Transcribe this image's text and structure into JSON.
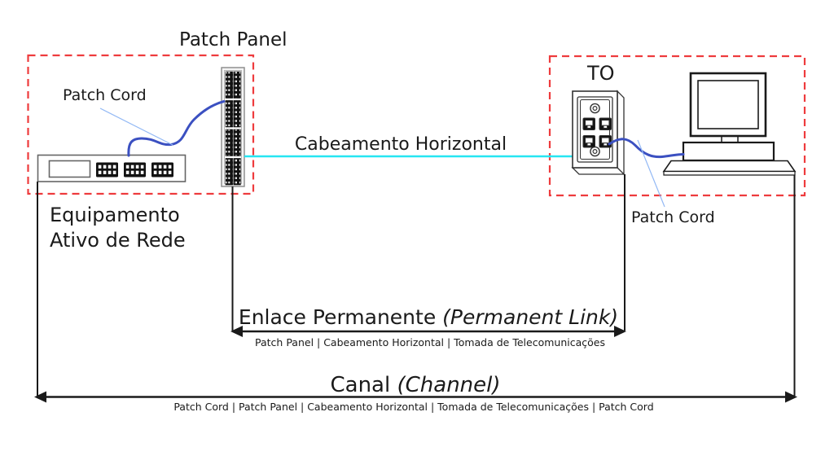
{
  "diagram": {
    "labels": {
      "patch_panel_title": "Patch Panel",
      "patch_cord_left": "Patch Cord",
      "equipment_line1": "Equipamento",
      "equipment_line2": "Ativo de Rede",
      "horizontal_cabling": "Cabeamento Horizontal",
      "to_title": "TO",
      "patch_cord_right": "Patch Cord"
    },
    "permanent_link": {
      "title_prefix": "Enlace Permanente ",
      "title_italic": "(Permanent Link)",
      "subtitle": "Patch Panel | Cabeamento Horizontal | Tomada de Telecomunicações"
    },
    "channel": {
      "title_prefix": "Canal ",
      "title_italic": "(Channel)",
      "subtitle": "Patch Cord | Patch Panel | Cabeamento Horizontal | Tomada de Telecomunicações | Patch Cord"
    },
    "colors": {
      "dashed_box_red": "#ee3b3d",
      "patch_cord_blue": "#3b50c1",
      "pointer_light_blue": "#93b9f5",
      "horizontal_cable_cyan": "#26e6f2",
      "line_black": "#1a1a1a"
    }
  }
}
